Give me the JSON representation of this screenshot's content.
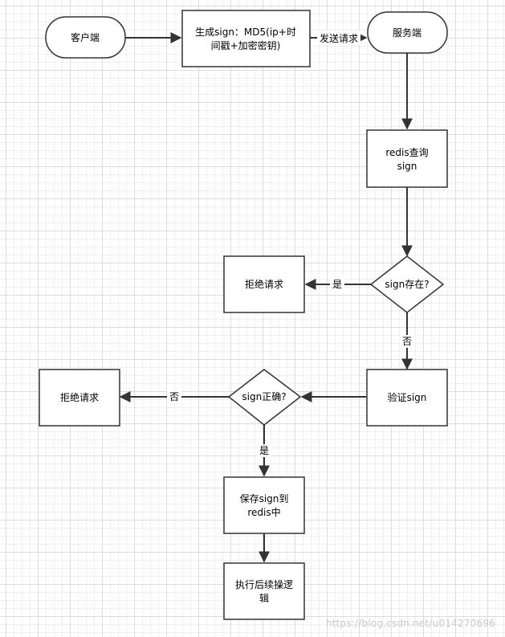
{
  "nodes": {
    "client": {
      "label": "客户端"
    },
    "gen_sign": {
      "line1": "生成sign：MD5(ip+时",
      "line2": "间戳+加密密钥)"
    },
    "server": {
      "label": "服务端"
    },
    "redis_query": {
      "line1": "redis查询",
      "line2": "sign"
    },
    "sign_exists": {
      "label": "sign存在?"
    },
    "reject_1": {
      "label": "拒绝请求"
    },
    "verify_sign": {
      "label": "验证sign"
    },
    "sign_correct": {
      "label": "sign正确?"
    },
    "reject_2": {
      "label": "拒绝请求"
    },
    "save_sign": {
      "line1": "保存sign到",
      "line2": "redis中"
    },
    "execute": {
      "line1": "执行后续操逻",
      "line2": "辑"
    }
  },
  "edges": {
    "send_request": "发送请求",
    "exists_yes": "是",
    "exists_no": "否",
    "correct_no": "否",
    "correct_yes": "是"
  },
  "watermark": "https://blog.csdn.net/u014270696"
}
